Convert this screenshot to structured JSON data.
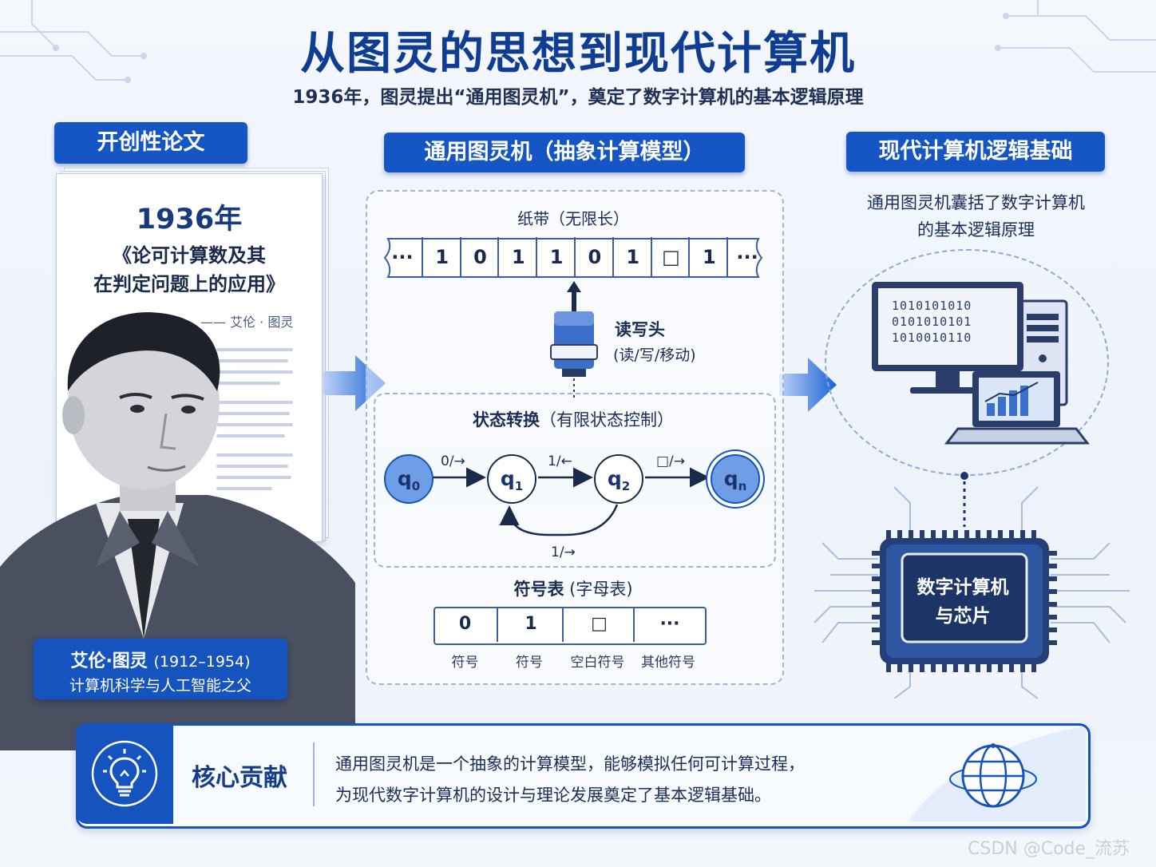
{
  "title": "从图灵的思想到现代计算机",
  "subtitle": "1936年，图灵提出“通用图灵机”，奠定了数字计算机的基本逻辑原理",
  "sections": {
    "left": "开创性论文",
    "middle": "通用图灵机（抽象计算模型）",
    "right": "现代计算机逻辑基础"
  },
  "paper": {
    "year": "1936年",
    "title_line1": "《论可计算数及其",
    "title_line2": "在判定问题上的应用》",
    "author": "—— 艾伦 · 图灵"
  },
  "person": {
    "name": "艾伦·图灵",
    "years": "(1912–1954)",
    "desc": "计算机科学与人工智能之父"
  },
  "tape": {
    "label": "纸带（无限长）",
    "cells": [
      "···",
      "1",
      "0",
      "1",
      "1",
      "0",
      "1",
      "□",
      "1",
      "···"
    ]
  },
  "read_head": {
    "label": "读写头",
    "sub": "(读/写/移动)"
  },
  "states": {
    "label_bold": "状态转换",
    "label_rest": "（有限状态控制）",
    "nodes": [
      {
        "main": "q",
        "sub": "0"
      },
      {
        "main": "q",
        "sub": "1"
      },
      {
        "main": "q",
        "sub": "2"
      },
      {
        "main": "q",
        "sub": "n"
      }
    ],
    "transitions": [
      "0/→",
      "1/←",
      "□/→",
      "1/→"
    ]
  },
  "alphabet": {
    "label_bold": "符号表",
    "label_rest": "(字母表)",
    "symbols": [
      "0",
      "1",
      "□",
      "···"
    ],
    "captions": [
      "符号",
      "符号",
      "空白符号",
      "其他符号"
    ]
  },
  "right": {
    "desc_line1": "通用图灵机囊括了数字计算机",
    "desc_line2": "的基本逻辑原理",
    "screen_lines": [
      "1010101010",
      "0101010101",
      "1010010110"
    ],
    "chip_line1": "数字计算机",
    "chip_line2": "与芯片"
  },
  "core": {
    "title": "核心贡献",
    "line1": "通用图灵机是一个抽象的计算模型，能够模拟任何可计算过程，",
    "line2": "为现代数字计算机的设计与理论发展奠定了基本逻辑基础。"
  },
  "watermark": "CSDN @Code_流苏",
  "colors": {
    "primary": "#1553be",
    "title": "#0f3d91",
    "node_fill": "#6f9de6",
    "text": "#1b2d56"
  }
}
